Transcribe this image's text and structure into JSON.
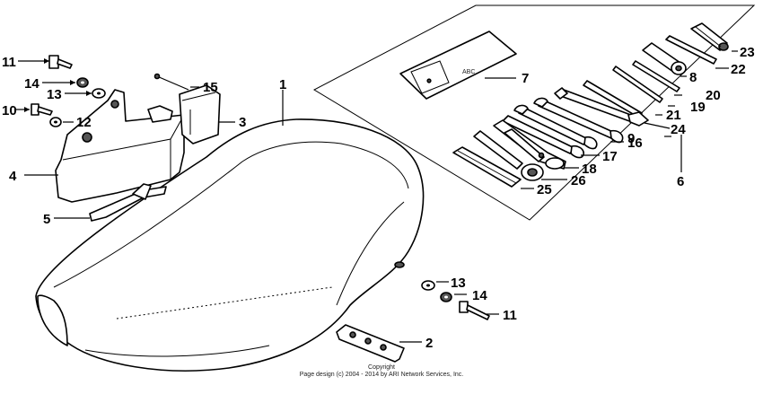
{
  "callouts": {
    "c1": "1",
    "c2": "2",
    "c3": "3",
    "c4": "4",
    "c5": "5",
    "c6": "6",
    "c7": "7",
    "c8": "8",
    "c9": "9",
    "c10": "10",
    "c11a": "11",
    "c11b": "11",
    "c12": "12",
    "c13a": "13",
    "c13b": "13",
    "c14a": "14",
    "c14b": "14",
    "c15": "15",
    "c16": "16",
    "c17": "17",
    "c18": "18",
    "c19": "19",
    "c20": "20",
    "c21": "21",
    "c22": "22",
    "c23": "23",
    "c24": "24",
    "c25": "25",
    "c26": "26"
  },
  "copyright": {
    "line1": "Copyright",
    "line2": "Page design (c) 2004 - 2014 by ARI Network Services, Inc."
  },
  "kit_label": "ABC"
}
